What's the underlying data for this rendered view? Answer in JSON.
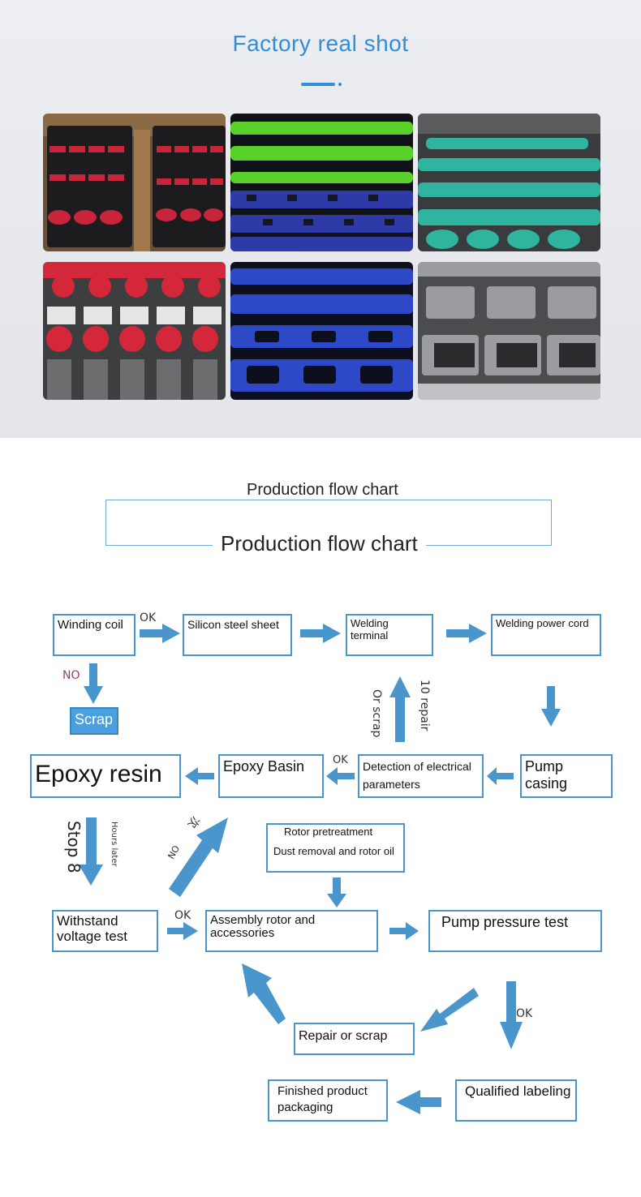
{
  "header": {
    "title": "Factory real shot"
  },
  "gallery": {
    "photos": [
      {
        "label": "photo-red-pumps",
        "color": "#c8243a"
      },
      {
        "label": "photo-green-blue-pumps",
        "color": "#5ad12b"
      },
      {
        "label": "photo-teal-pumps",
        "color": "#2fb4a0"
      },
      {
        "label": "photo-red-grey-pumps",
        "color": "#d4283a"
      },
      {
        "label": "photo-blue-pumps",
        "color": "#2d49c8"
      },
      {
        "label": "photo-grey-pumps",
        "color": "#7a7c80"
      }
    ]
  },
  "flowchart": {
    "title_small": "Production flow chart",
    "title_big": "Production flow chart",
    "nodes": {
      "winding_coil": "Winding coil",
      "silicon_steel_sheet": "Silicon steel sheet",
      "welding_terminal": "Welding terminal",
      "welding_power_cord": "Welding power cord",
      "scrap": "Scrap",
      "pump_casing": "Pump casing",
      "detection": "Detection of electrical parameters",
      "epoxy_basin": "Epoxy Basin",
      "epoxy_resin": "Epoxy resin",
      "rotor_pretreatment": "Rotor pretreatment",
      "dust_removal": "Dust removal and rotor oil",
      "withstand": "Withstand voltage test",
      "assembly": "Assembly rotor and accessories",
      "pump_pressure": "Pump pressure test",
      "repair_scrap": "Repair or scrap",
      "qualified": "Qualified labeling",
      "finished": "Finished product packaging"
    },
    "edge_labels": {
      "ok_1": "OK",
      "no": "NO",
      "ten_repair": "10 repair",
      "or_scrap": "Or scrap",
      "ok_2": "OK",
      "stop8": "Stop 8",
      "hours_later": "Hours later",
      "on": "ON",
      "ci": "次",
      "ok_3": "OK",
      "ok_4": "OK"
    },
    "colors": {
      "arrow": "#4a95cc",
      "box_border": "#4a95cc",
      "scrap_fill": "#4aa0de",
      "no_label": "#9a3d6e"
    }
  }
}
